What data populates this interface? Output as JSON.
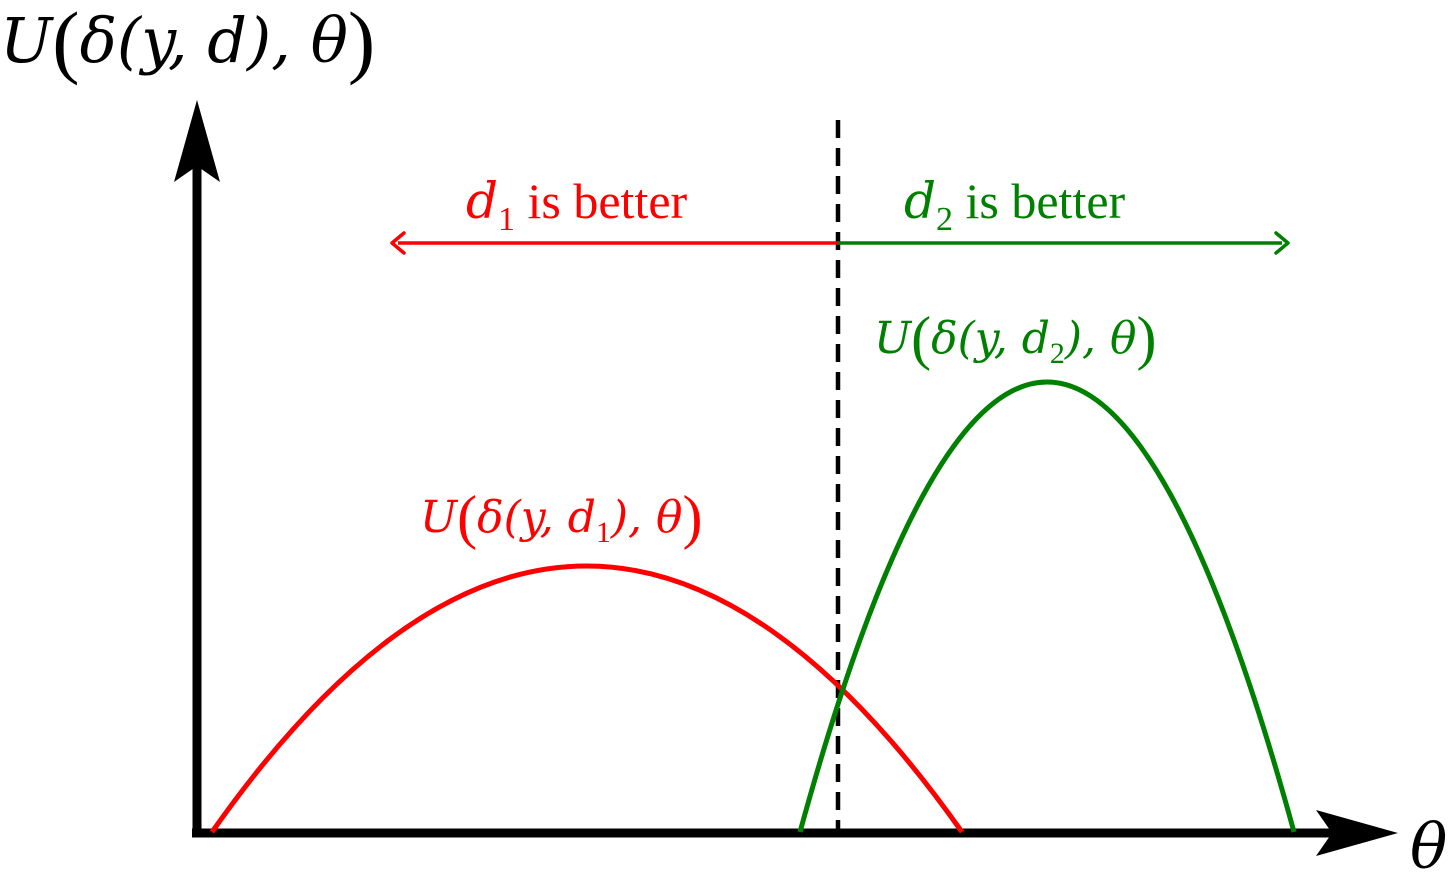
{
  "labels": {
    "y_axis": {
      "func": "U",
      "open": "(",
      "inner": "δ(y, d), θ",
      "close": ")"
    },
    "x_axis": "θ",
    "d1_region": {
      "var": "d",
      "sub": "1",
      "text": " is better"
    },
    "d2_region": {
      "var": "d",
      "sub": "2",
      "text": " is better"
    },
    "curve1": {
      "func": "U",
      "open": "(",
      "pre": "δ(y, d",
      "sub": "1",
      "post": "), θ",
      "close": ")"
    },
    "curve2": {
      "func": "U",
      "open": "(",
      "pre": "δ(y, d",
      "sub": "2",
      "post": "), θ",
      "close": ")"
    }
  },
  "colors": {
    "axis": "#000000",
    "d1": "#ff0000",
    "d2": "#008000",
    "threshold": "#000000"
  }
}
